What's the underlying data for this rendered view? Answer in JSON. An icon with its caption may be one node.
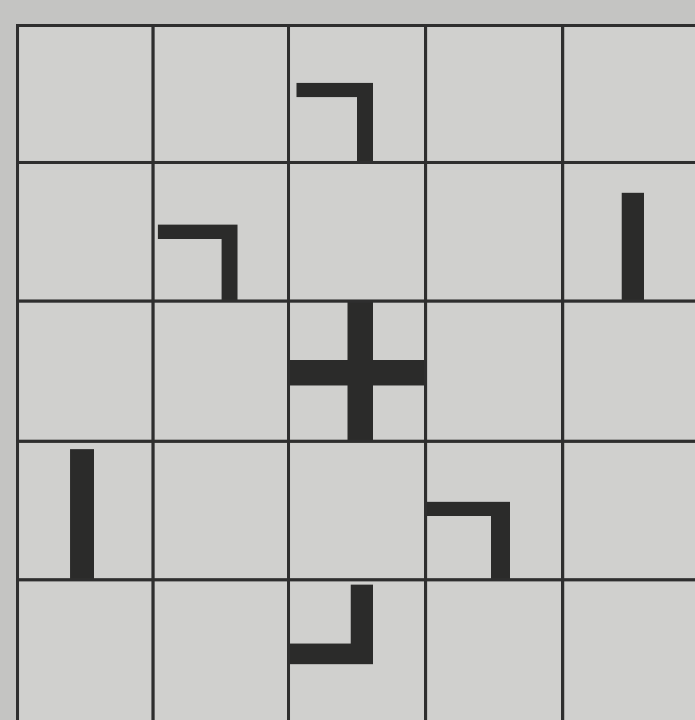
{
  "diagram": {
    "nodes": [
      {
        "text": [],
        "shape": "box"
      },
      {
        "text": [],
        "shape": "box"
      },
      {
        "text": [],
        "shape": "box"
      },
      {
        "text": [],
        "shape": "box"
      },
      {
        "text": [],
        "shape": "box"
      },
      {
        "text": [],
        "shape": "box"
      },
      {
        "text": [],
        "shape": "box"
      },
      {
        "text": [],
        "shape": "box"
      },
      {
        "text": [],
        "shape": "box"
      },
      {
        "text": [],
        "shape": "box"
      },
      {
        "text": [],
        "shape": "box"
      },
      {
        "text": [],
        "shape": "box"
      },
      {
        "text": [],
        "shape": "box"
      },
      {
        "text": [],
        "shape": "box"
      },
      {
        "text": [],
        "shape": "box"
      },
      {
        "text": [],
        "shape": "box"
      },
      {
        "text": [],
        "shape": "box"
      },
      {
        "text": [],
        "shape": "box"
      },
      {
        "text": [],
        "shape": "box"
      },
      {
        "text": [],
        "shape": "box"
      },
      {
        "text": [],
        "shape": "box"
      },
      {
        "text": [],
        "shape": "box"
      },
      {
        "text": [],
        "shape": "box"
      },
      {
        "text": [],
        "shape": "box"
      },
      {
        "text": [],
        "shape": "box"
      }
    ]
  }
}
